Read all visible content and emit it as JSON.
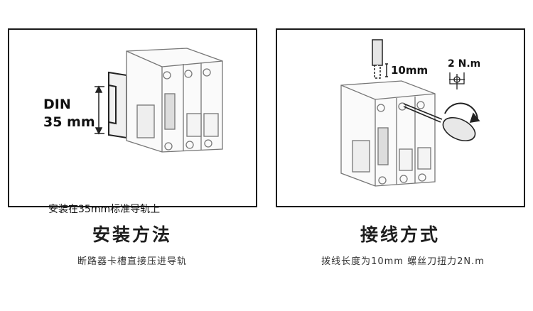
{
  "left_panel": {
    "din_label": "DIN",
    "din_size": "35 mm",
    "caption": "安装在35mm标准导轨上"
  },
  "right_panel": {
    "strip_length": "10mm",
    "torque": "2 N.m"
  },
  "left_section": {
    "title": "安装方法",
    "subtitle": "断路器卡槽直接压进导轨"
  },
  "right_section": {
    "title": "接线方式",
    "subtitle": "拨线长度为10mm 螺丝刀扭力2N.m"
  }
}
